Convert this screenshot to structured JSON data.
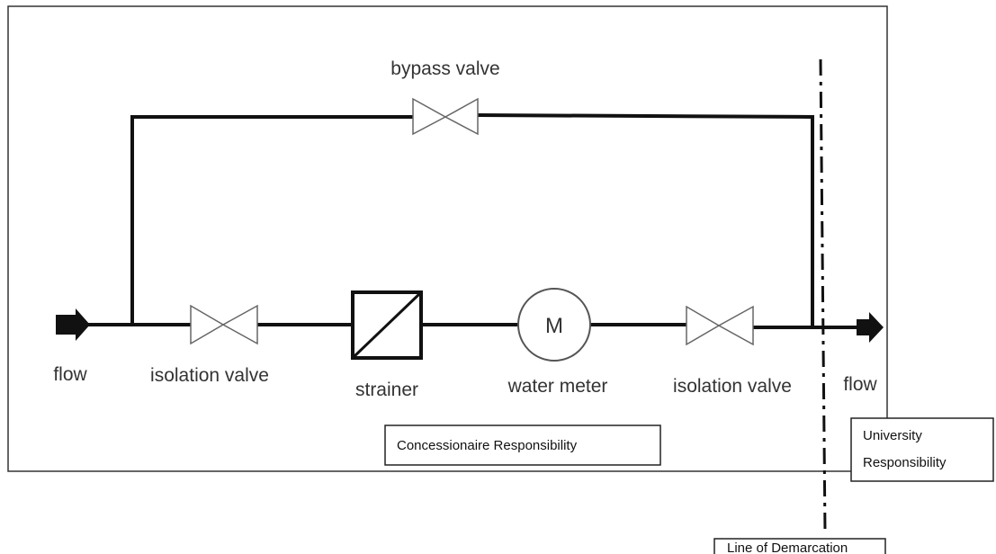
{
  "labels": {
    "bypass_valve": "bypass valve",
    "flow_in": "flow",
    "isolation_valve_left": "isolation valve",
    "strainer": "strainer",
    "water_meter": "water meter",
    "isolation_valve_right": "isolation valve",
    "flow_out": "flow",
    "meter_symbol": "M"
  },
  "boxes": {
    "concessionaire": "Concessionaire Responsibility",
    "university_line1": "University",
    "university_line2": "Responsibility",
    "demarcation": "Line of Demarcation"
  },
  "colors": {
    "pipe": "#111111",
    "valve": "#666666",
    "frame": "#333333"
  }
}
